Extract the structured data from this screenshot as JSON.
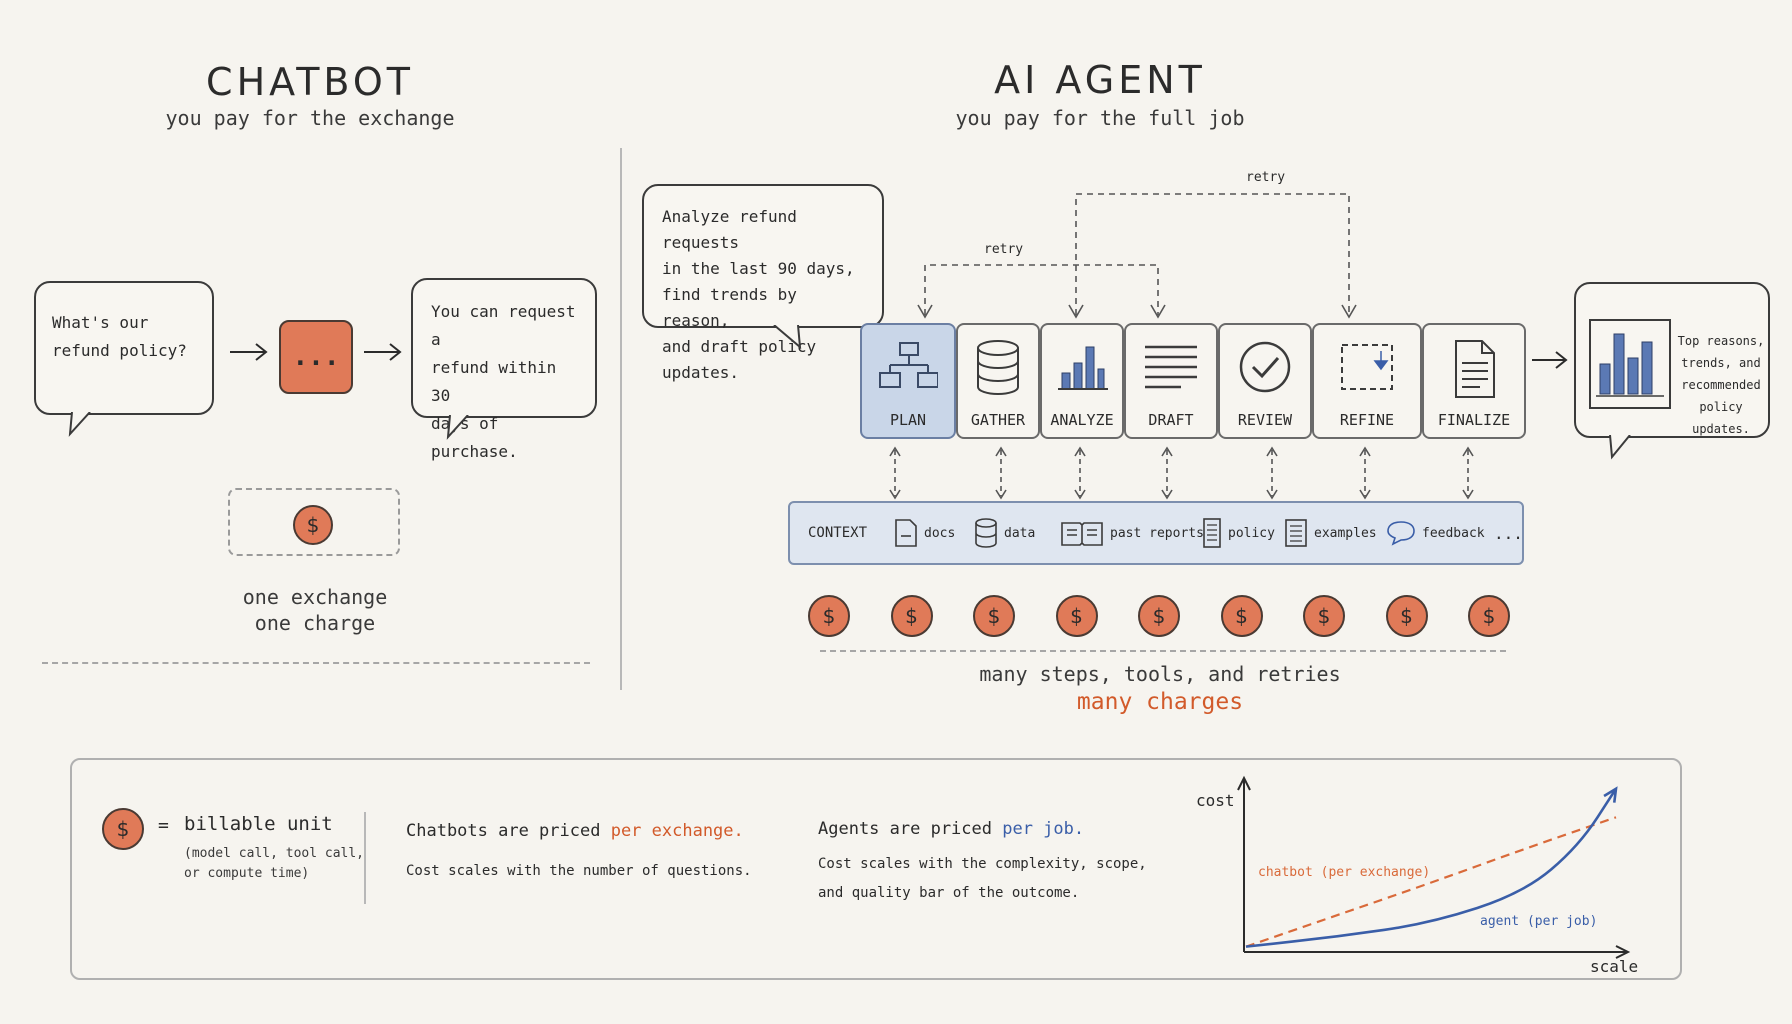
{
  "chatbot": {
    "title": "CHATBOT",
    "subtitle": "you pay for the exchange",
    "question_lines": [
      "What's our",
      "refund policy?"
    ],
    "thinking": "...",
    "answer_lines": [
      "You can request a",
      "refund within 30",
      "days of purchase."
    ],
    "caption_line1": "one exchange",
    "caption_line2": "one charge"
  },
  "agent": {
    "title": "AI AGENT",
    "subtitle": "you pay for the full job",
    "prompt_lines": [
      "Analyze refund requests",
      "in the last 90 days,",
      "find trends by reason,",
      "and draft policy updates."
    ],
    "retry_label_1": "retry",
    "retry_label_2": "retry",
    "steps": [
      {
        "label": "PLAN",
        "icon": "flowchart-icon"
      },
      {
        "label": "GATHER",
        "icon": "database-icon"
      },
      {
        "label": "ANALYZE",
        "icon": "bar-chart-icon"
      },
      {
        "label": "DRAFT",
        "icon": "text-lines-icon"
      },
      {
        "label": "REVIEW",
        "icon": "check-circle-icon"
      },
      {
        "label": "REFINE",
        "icon": "dashed-box-icon"
      },
      {
        "label": "FINALIZE",
        "icon": "document-icon"
      }
    ],
    "output_lines": [
      "Top reasons,",
      "trends, and",
      "recommended",
      "policy updates."
    ],
    "context": {
      "label": "CONTEXT",
      "items": [
        {
          "label": "docs",
          "icon": "doc-icon"
        },
        {
          "label": "data",
          "icon": "database-icon"
        },
        {
          "label": "past reports",
          "icon": "book-icon"
        },
        {
          "label": "policy",
          "icon": "page-icon"
        },
        {
          "label": "examples",
          "icon": "list-icon"
        },
        {
          "label": "feedback",
          "icon": "speech-icon"
        }
      ],
      "more": "..."
    },
    "charge_count": 9,
    "caption_line1": "many steps, tools, and retries",
    "caption_line2": "many charges"
  },
  "coin_symbol": "$",
  "legend": {
    "equals": "=",
    "unit_label": "billable unit",
    "unit_note_line1": "(model call, tool call,",
    "unit_note_line2": "or compute time)",
    "chatbot_prefix": "Chatbots are priced ",
    "chatbot_emph": "per exchange.",
    "chatbot_note": "Cost scales with the number of questions.",
    "agent_prefix": "Agents are priced ",
    "agent_emph": "per job.",
    "agent_note_line1": "Cost scales with the complexity, scope,",
    "agent_note_line2": "and quality bar of the outcome."
  },
  "chart_data": {
    "type": "line",
    "xlabel": "scale",
    "ylabel": "cost",
    "series": [
      {
        "name": "chatbot (per exchange)",
        "style": "dashed",
        "color": "#d96a3a",
        "x": [
          0,
          0.25,
          0.5,
          0.75,
          1.0
        ],
        "y": [
          0.02,
          0.21,
          0.4,
          0.6,
          0.79
        ]
      },
      {
        "name": "agent (per job)",
        "style": "solid",
        "color": "#3a5ea8",
        "x": [
          0,
          0.25,
          0.5,
          0.75,
          0.9,
          1.0
        ],
        "y": [
          0.02,
          0.08,
          0.16,
          0.34,
          0.62,
          0.96
        ]
      }
    ]
  },
  "colors": {
    "coin": "#e07a58",
    "charge_text": "#d25a2a",
    "agent_blue": "#3a5ea8",
    "plan_fill": "#c9d6e8",
    "context_fill": "#dfe6f0"
  }
}
